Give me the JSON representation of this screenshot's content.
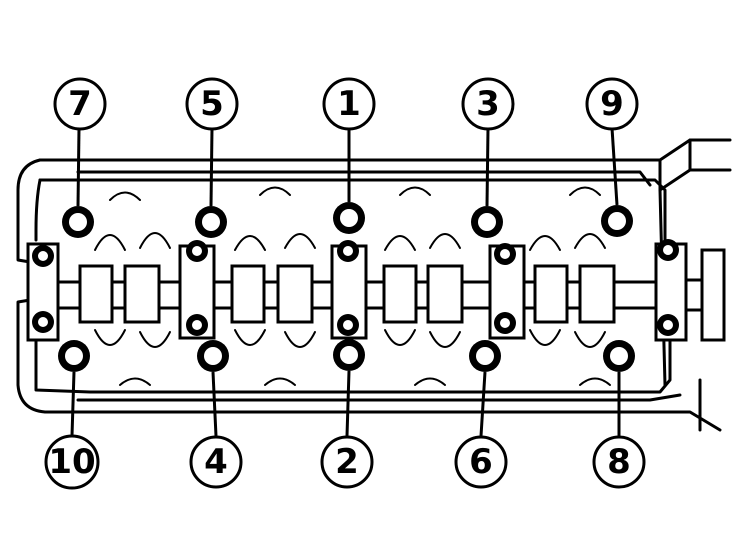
{
  "diagram": {
    "callouts_top": [
      "7",
      "5",
      "1",
      "3",
      "9"
    ],
    "callouts_bottom": [
      "10",
      "4",
      "2",
      "6",
      "8"
    ]
  }
}
